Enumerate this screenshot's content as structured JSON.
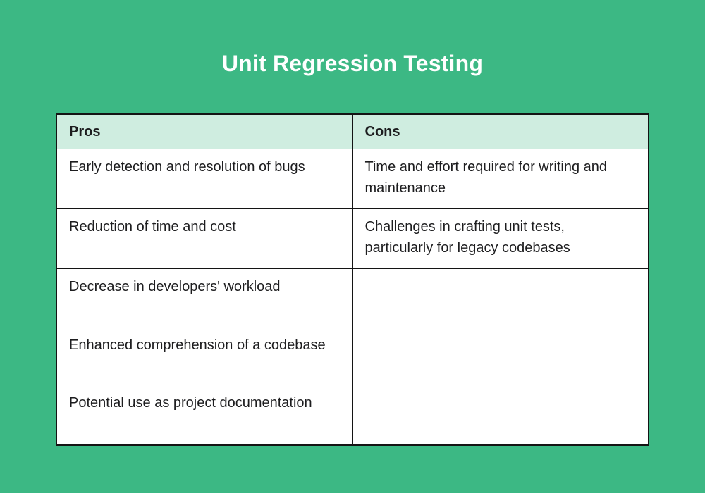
{
  "title": "Unit Regression Testing",
  "colors": {
    "background_green": "#3CB884",
    "header_mint": "#CFEDE0",
    "border": "#141414",
    "text": "#1D1D1F",
    "title_text": "#FFFFFF"
  },
  "table": {
    "headers": [
      "Pros",
      "Cons"
    ],
    "rows": [
      [
        "Early detection and resolution of bugs",
        "Time and effort required for writing and maintenance"
      ],
      [
        "Reduction of time and cost",
        "Challenges in crafting unit tests, particularly for legacy codebases"
      ],
      [
        "Decrease in developers' workload",
        ""
      ],
      [
        "Enhanced comprehension of a codebase",
        ""
      ],
      [
        "Potential use as project documentation",
        ""
      ]
    ]
  }
}
